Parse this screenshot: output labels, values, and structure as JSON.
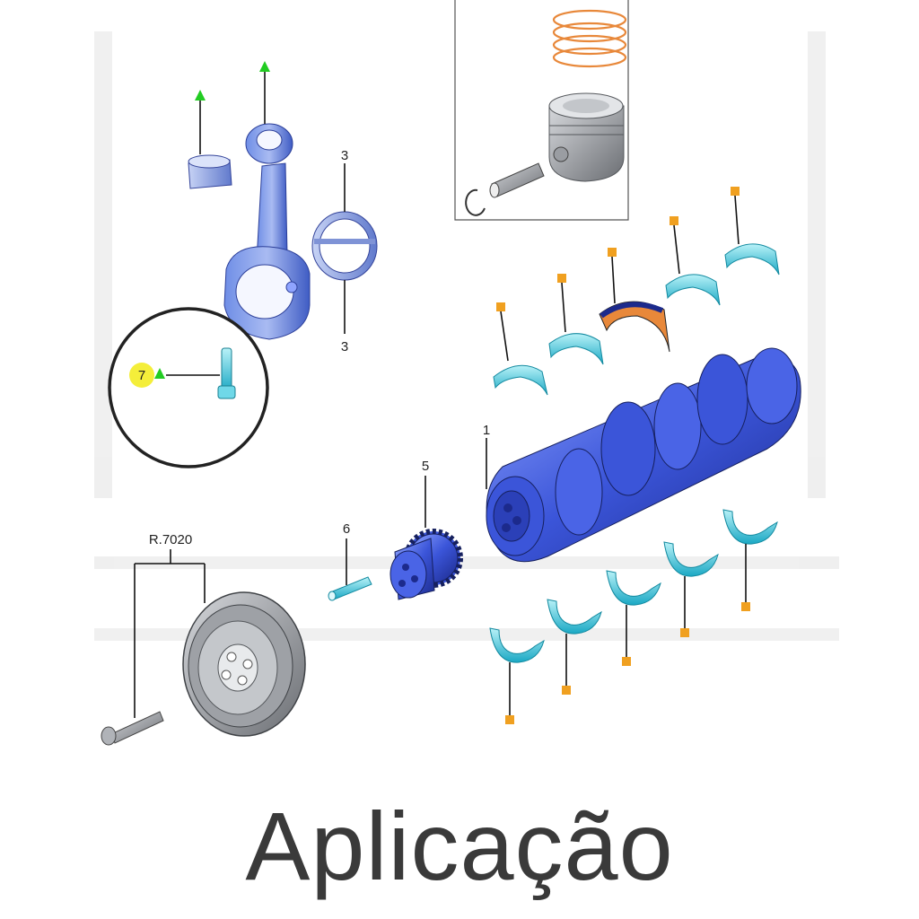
{
  "callouts": {
    "crankshaft": "1",
    "rod_bearing_top": "3",
    "rod_bearing_bottom": "3",
    "timing_gear": "5",
    "pin": "6",
    "rod_bolt": "7",
    "flywheel_ref": "R.7020"
  },
  "caption": "Aplicação",
  "colors": {
    "part_blue": "#3b55d9",
    "bearing_cyan": "#2fc6dc",
    "marker_green": "#22cc22",
    "marker_orange": "#f0a020",
    "ring_orange": "#e8883a",
    "gray_part": "#8a8d92",
    "highlight_yellow": "#f4ee3a"
  },
  "icons": [
    "green-triangle-marker-icon",
    "orange-square-marker-icon"
  ]
}
